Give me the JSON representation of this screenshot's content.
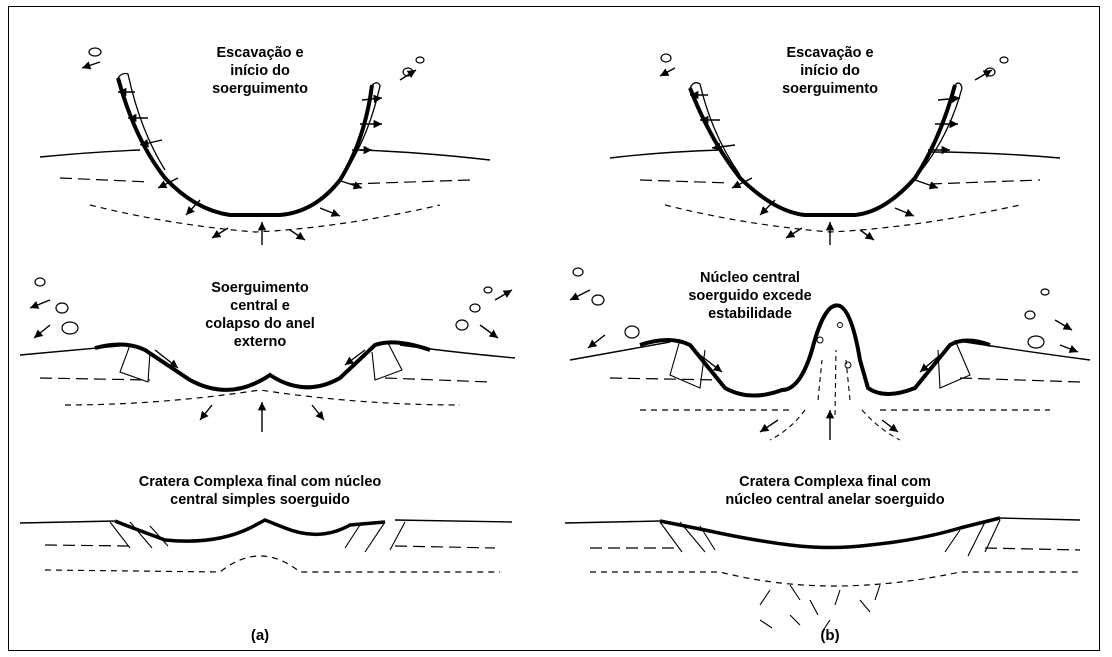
{
  "column_a": {
    "stage1_label": "Escavação e\ninício do\nsoerguimento",
    "stage2_label": "Soerguimento\ncentral e\ncolapso do anel\nexterno",
    "stage3_label": "Cratera Complexa final com núcleo\ncentral simples soerguido",
    "tag": "(a)"
  },
  "column_b": {
    "stage1_label": "Escavação e\ninício do\nsoerguimento",
    "stage2_label": "Núcleo central\nsoerguido excede\nestabilidade",
    "stage3_label": "Cratera Complexa final com\nnúcleo central anelar soerguido",
    "tag": "(b)"
  }
}
